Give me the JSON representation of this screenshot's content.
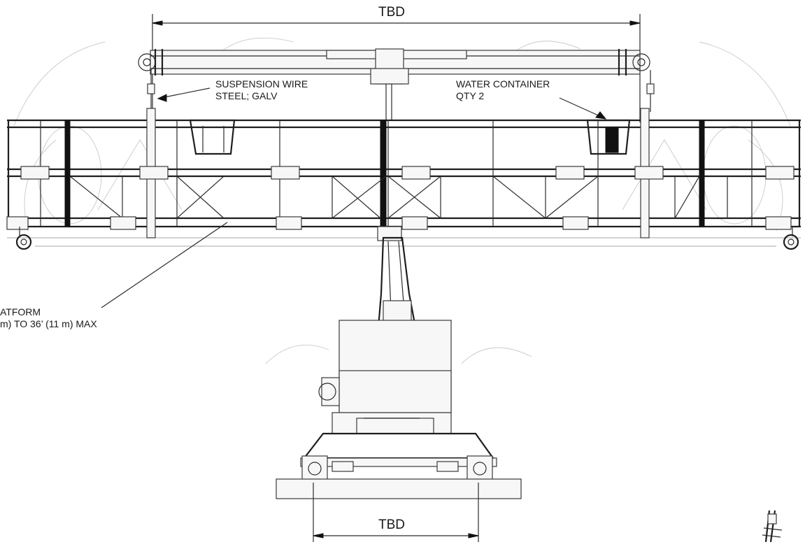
{
  "labels": {
    "top_dimension": "TBD",
    "bottom_dimension": "TBD",
    "suspension_wire_line1": "SUSPENSION WIRE",
    "suspension_wire_line2": "STEEL; GALV",
    "water_container_line1": "WATER CONTAINER",
    "water_container_line2": "QTY 2",
    "platform_line1": "ATFORM",
    "platform_line2": "m) TO 36’  (11 m) MAX"
  },
  "colors": {
    "line": "#2b2b2b",
    "background": "#ffffff"
  }
}
